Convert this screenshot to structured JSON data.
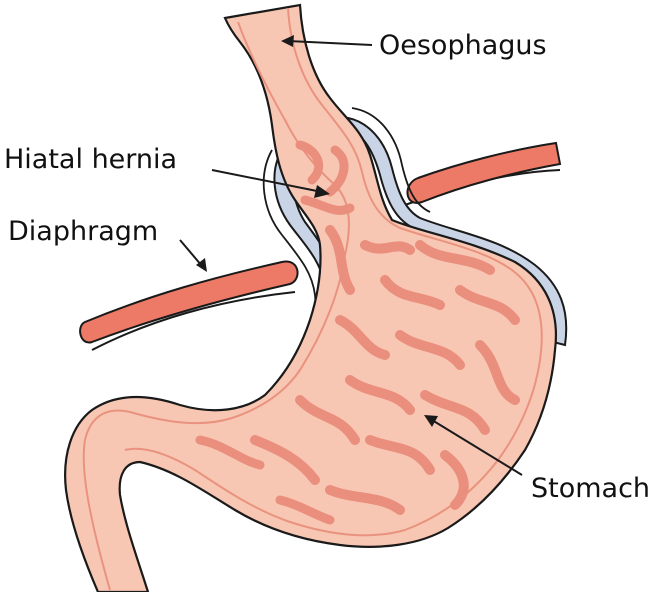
{
  "labels": {
    "oesophagus": "Oesophagus",
    "hiatal_hernia": "Hiatal hernia",
    "diaphragm": "Diaphragm",
    "stomach": "Stomach"
  },
  "colors": {
    "tissue": "#f8c7b3",
    "tissue_dark": "#f0a896",
    "rugae": "#ea8f7e",
    "diaphragm_muscle": "#ed7a66",
    "membrane": "#c9d5e6",
    "outline": "#1a1a1a",
    "text": "#111111"
  }
}
